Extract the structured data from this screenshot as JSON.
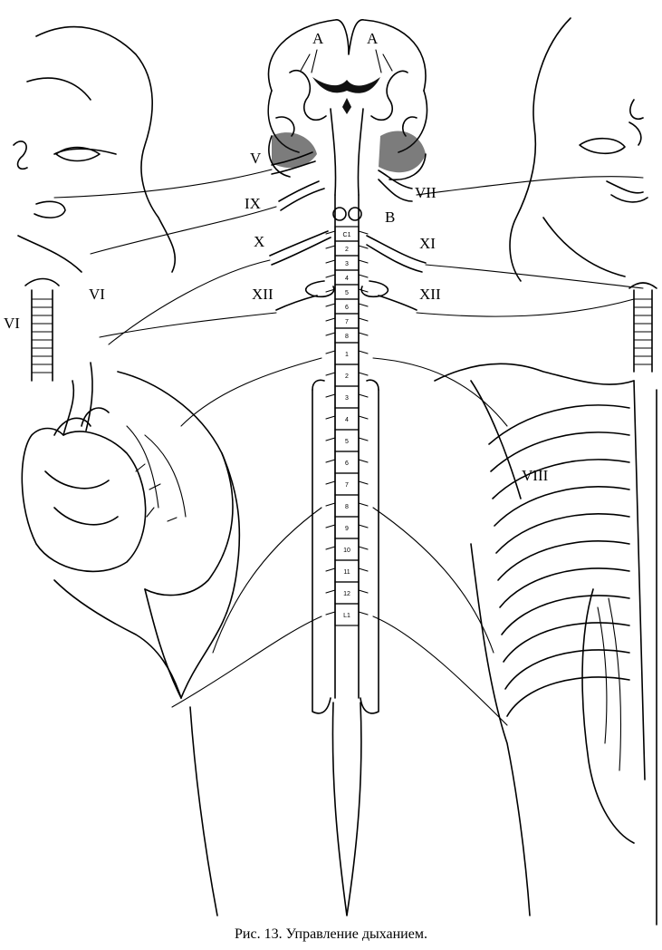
{
  "caption": "Рис. 13. Управление дыханием.",
  "labels": {
    "a_left": "A",
    "a_right": "A",
    "b": "B",
    "v": "V",
    "vii": "VII",
    "ix": "IX",
    "x": "X",
    "xi": "XI",
    "xii_left": "XII",
    "xii_right": "XII",
    "vi_outer": "VI",
    "vi_inner": "VI",
    "viii": "VIII"
  },
  "cord": {
    "cervical": [
      "C1",
      "2",
      "3",
      "4",
      "5",
      "6",
      "7",
      "8"
    ],
    "thoracic": [
      "1",
      "2",
      "3",
      "4",
      "5",
      "6",
      "7",
      "8",
      "9",
      "10",
      "11",
      "12"
    ],
    "lumbar": [
      "L1"
    ]
  }
}
